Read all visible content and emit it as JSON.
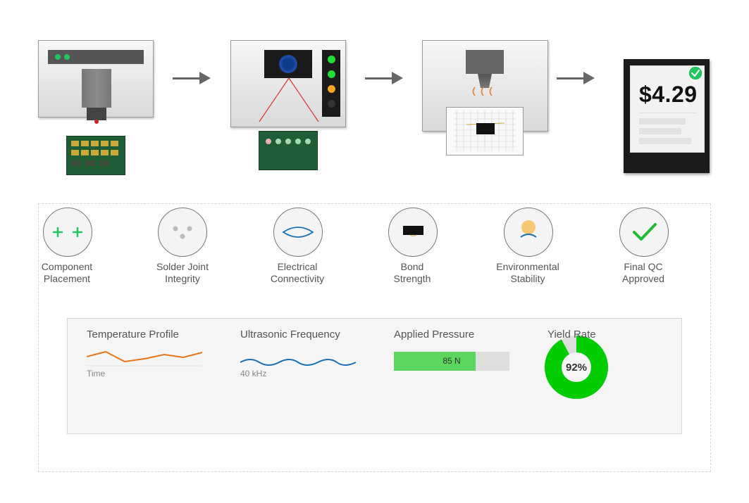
{
  "receipt": {
    "price": "$4.29"
  },
  "steps": [
    {
      "line1": "Component",
      "line2": "Placement"
    },
    {
      "line1": "Solder Joint",
      "line2": "Integrity"
    },
    {
      "line1": "Electrical",
      "line2": "Connectivity"
    },
    {
      "line1": "Bond",
      "line2": "Strength"
    },
    {
      "line1": "Environmental",
      "line2": "Stability"
    },
    {
      "line1": "Final QC",
      "line2": "Approved"
    }
  ],
  "metrics": {
    "temperature": {
      "title": "Temperature Profile",
      "axis": "Time"
    },
    "ultrasonic": {
      "title": "Ultrasonic Frequency",
      "value": "40 kHz"
    },
    "pressure": {
      "title": "Applied Pressure",
      "label": "85 N",
      "fill_fraction": 0.71
    },
    "yield": {
      "title": "Yield Rate",
      "label": "92%",
      "percent": 92
    }
  },
  "colors": {
    "green": "#22c55e",
    "amber": "#f5a623",
    "orange": "#e8751a",
    "blue": "#1a6fb5",
    "yield_green": "#00cc00",
    "laser_red": "#e03030"
  },
  "icons": {
    "step1": "plus-pair-icon",
    "step2": "dots-icon",
    "step3": "lens-icon",
    "step4": "chip-icon",
    "step5": "person-icon",
    "step6": "checkmark-icon"
  }
}
